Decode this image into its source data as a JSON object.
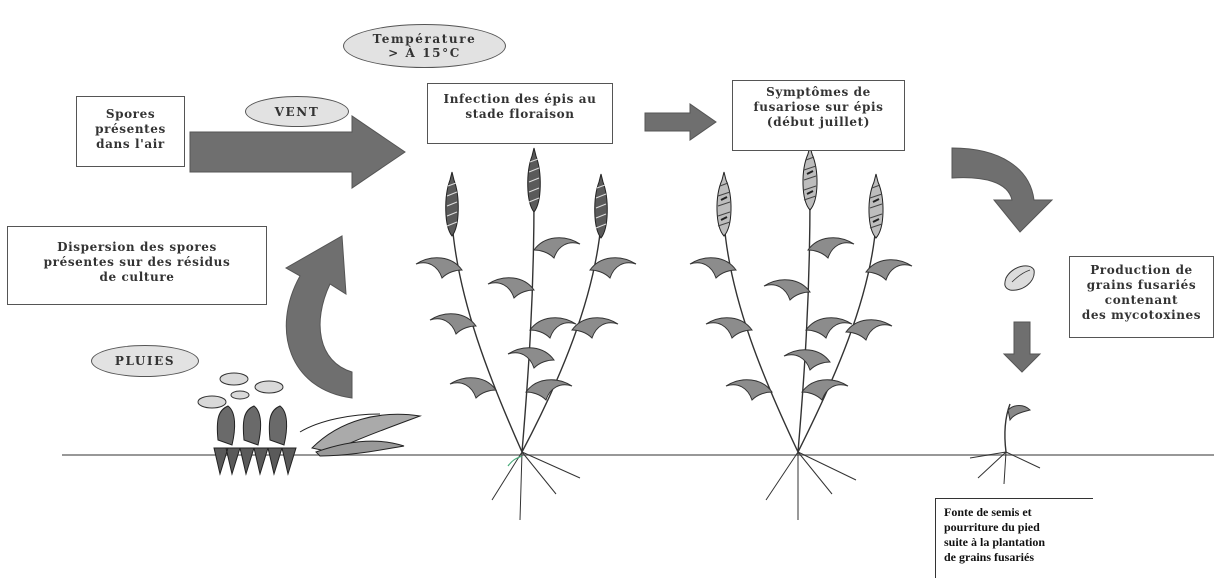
{
  "diagram": {
    "temperature": [
      "Température",
      "> À 15°C"
    ],
    "wind": "VENT",
    "rain": "PLUIES",
    "spores_air": [
      "Spores",
      "présentes",
      "dans l'air"
    ],
    "infection": [
      "Infection des épis au",
      "stade floraison"
    ],
    "symptoms": [
      "Symptômes de",
      "fusariose sur épis",
      "(début juillet)"
    ],
    "dispersion": [
      "Dispersion des spores",
      "présentes sur des résidus",
      "de culture"
    ],
    "production": [
      "Production de",
      "grains fusariés",
      "contenant",
      "des mycotoxines"
    ],
    "seedling_note": [
      "Fonte de semis et",
      "pourriture du pied",
      "suite à la plantation",
      "de grains fusariés"
    ]
  },
  "colors": {
    "arrow_fill": "#6f6f6f",
    "oval_fill": "#e2e2e2",
    "leaf_fill": "#8c8c8c",
    "ear_fill": "#5a5a5a",
    "ground": "#777777"
  }
}
